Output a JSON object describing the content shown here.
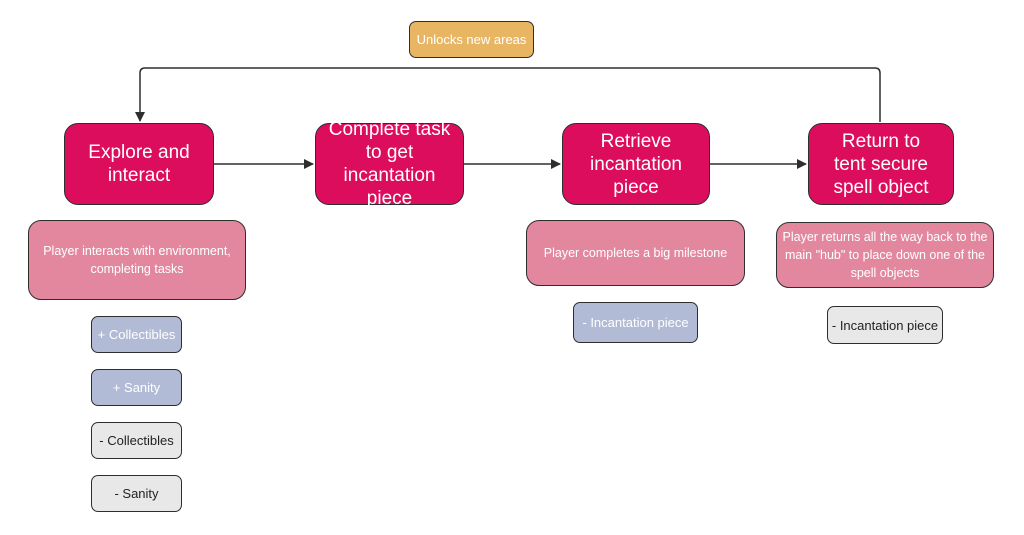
{
  "colors": {
    "step": "#dd0d5d",
    "note": "#e3879f",
    "positive_tag": "#b2bbd6",
    "neutral_tag": "#e8e8e8",
    "unlock_tag": "#e8b663",
    "connector": "#2e2e2e"
  },
  "loop_label": "Unlocks new areas",
  "steps": [
    {
      "label": "Explore and interact"
    },
    {
      "label": "Complete task to get incantation piece"
    },
    {
      "label": "Retrieve incantation piece"
    },
    {
      "label": "Return to tent secure spell object"
    }
  ],
  "notes": {
    "explore": "Player interacts with environment, completing tasks",
    "retrieve": "Player completes a big milestone",
    "return": "Player returns all the way back to the main \"hub\" to place down one of the spell objects"
  },
  "tags": {
    "plus_collectibles": "+ Collectibles",
    "plus_sanity": "+ Sanity",
    "minus_collectibles": "- Collectibles",
    "minus_sanity": "- Sanity",
    "retrieve_incantation": "- Incantation piece",
    "return_incantation": "- Incantation piece"
  }
}
